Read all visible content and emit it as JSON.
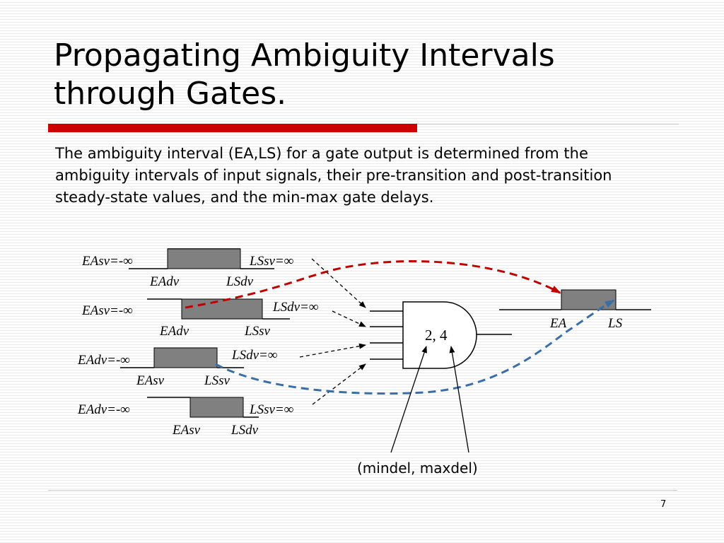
{
  "slide": {
    "title": "Propagating Ambiguity Intervals through Gates.",
    "body": "The ambiguity interval (EA,LS) for a gate output is determined from the ambiguity intervals of input signals, their pre-transition and post-transition steady-state values, and the min-max gate delays.",
    "page_number": "7"
  },
  "diagram": {
    "inputs": [
      {
        "left_label": "EAsv=-∞",
        "right_label": "LSsv=∞",
        "below_left": "EAdv",
        "below_right": "LSdv"
      },
      {
        "left_label": "EAsv=-∞",
        "right_label": "LSdv=∞",
        "below_left": "EAdv",
        "below_right": "LSsv"
      },
      {
        "left_label": "EAdv=-∞",
        "right_label": "LSdv=∞",
        "below_left": "EAsv",
        "below_right": "LSsv"
      },
      {
        "left_label": "EAdv=-∞",
        "right_label": "LSsv=∞",
        "below_left": "EAsv",
        "below_right": "LSdv"
      }
    ],
    "gate_label": "2, 4",
    "output": {
      "left_label": "EA",
      "right_label": "LS"
    },
    "caption": "(mindel, maxdel)",
    "colors": {
      "red_arrow": "#c00000",
      "blue_arrow": "#3a6ea5",
      "box_fill": "#808080",
      "accent_bar": "#cc0000"
    }
  }
}
